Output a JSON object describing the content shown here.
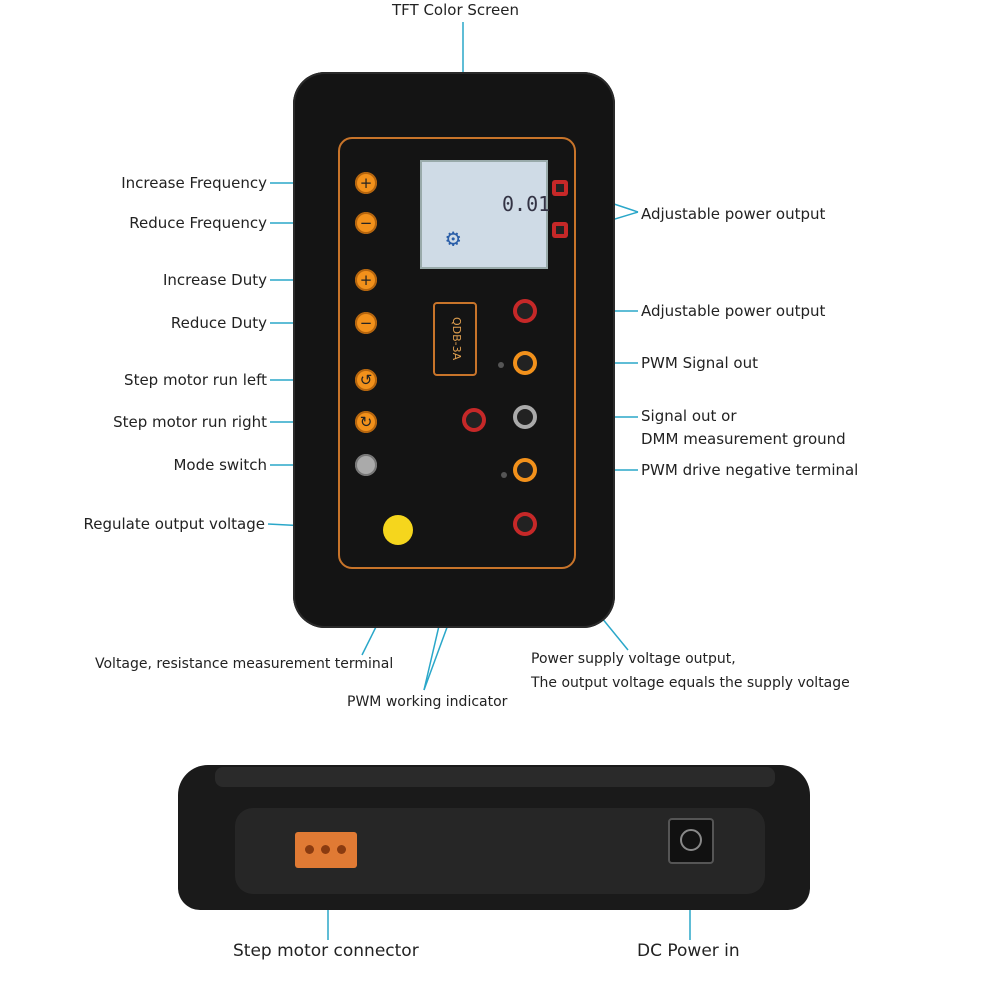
{
  "labels": {
    "tft_screen": "TFT Color  Screen",
    "increase_frequency": "Increase Frequency",
    "reduce_frequency": "Reduce Frequency",
    "increase_duty": "Increase Duty",
    "reduce_duty": "Reduce Duty",
    "step_left": "Step motor run left",
    "step_right": "Step motor run right",
    "mode_switch": "Mode switch",
    "regulate_voltage": "Regulate output voltage",
    "adjustable_output_1": "Adjustable power output",
    "adjustable_output_2": "Adjustable power output",
    "pwm_signal_out": "PWM Signal out",
    "signal_out_line1": "Signal out or",
    "signal_out_line2": "DMM measurement ground",
    "pwm_drive_negative": "PWM drive negative terminal",
    "voltage_resistance": "Voltage, resistance measurement terminal",
    "pwm_indicator": "PWM working indicator",
    "power_supply_line1": "Power supply voltage output,",
    "power_supply_line2": "The output voltage equals the supply voltage",
    "step_connector": "Step motor connector",
    "dc_power_in": "DC Power in"
  },
  "device": {
    "model": "QDB-3A",
    "screen_value": "0.01",
    "plus_sign": "+",
    "minus_sign": "−"
  },
  "colors": {
    "leader_line": "#2aa7c9",
    "accent_orange": "#f2911b",
    "body": "#141414"
  }
}
